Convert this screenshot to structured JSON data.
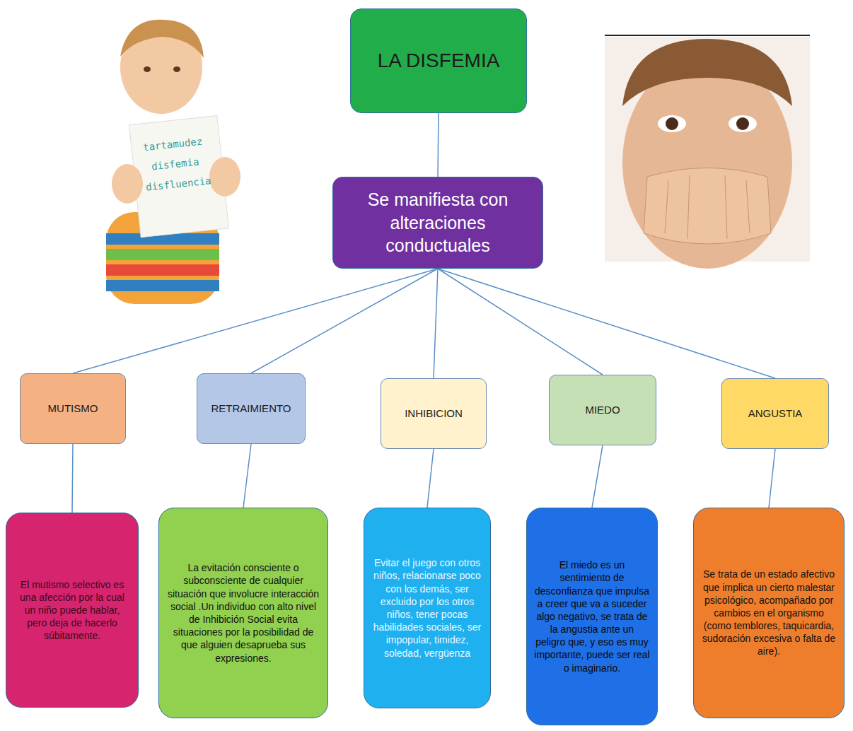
{
  "diagram": {
    "title": "LA DISFEMIA",
    "nodes": [
      {
        "text": [
          "LA DISFEMIA"
        ]
      },
      {
        "text": [
          "Se manifiesta con alteraciones conductuales"
        ]
      },
      {
        "text": [
          "MUTISMO"
        ]
      },
      {
        "text": [
          "RETRAIMIENTO"
        ]
      },
      {
        "text": [
          "INHIBICION"
        ]
      },
      {
        "text": [
          "MIEDO"
        ]
      },
      {
        "text": [
          "ANGUSTIA"
        ]
      },
      {
        "text": [
          "El mutismo selectivo es una afección por la cual un niño puede hablar, pero deja de hacerlo súbitamente."
        ]
      },
      {
        "text": [
          "La evitación consciente o subconsciente de cualquier situación que involucre interacción social .Un individuo con alto nivel de Inhibición Social evita situaciones por la posibilidad de que alguien desaprueba sus expresiones."
        ]
      },
      {
        "text": [
          "Evitar el juego con otros niños, relacionarse poco con los demás, ser excluido por los otros niños, tener pocas habilidades sociales, ser impopular, timidez, soledad, vergüenza"
        ]
      },
      {
        "text": [
          "El miedo es un sentimiento de desconfianza que impulsa a creer que va a suceder algo negativo, se trata de la angustia ante un peligro que, y eso es muy importante, puede ser real o imaginario."
        ]
      },
      {
        "text": [
          "Se trata de un estado afectivo que implica un cierto malestar psicológico, acompañado por cambios en el organismo (como temblores, taquicardia, sudoración excesiva o falta de aire)."
        ]
      }
    ],
    "edges": [
      {
        "from": 0,
        "to": 1,
        "arrow": "none"
      },
      {
        "from": 1,
        "to": 2,
        "arrow": "none"
      },
      {
        "from": 1,
        "to": 3,
        "arrow": "none"
      },
      {
        "from": 1,
        "to": 4,
        "arrow": "none"
      },
      {
        "from": 1,
        "to": 5,
        "arrow": "none"
      },
      {
        "from": 1,
        "to": 6,
        "arrow": "none"
      },
      {
        "from": 2,
        "to": 7,
        "arrow": "none"
      },
      {
        "from": 3,
        "to": 8,
        "arrow": "none"
      },
      {
        "from": 4,
        "to": 9,
        "arrow": "none"
      },
      {
        "from": 5,
        "to": 10,
        "arrow": "none"
      },
      {
        "from": 6,
        "to": 11,
        "arrow": "none"
      }
    ],
    "labels": [
      "tartamudez",
      "disfemia",
      "disfluencia"
    ]
  }
}
